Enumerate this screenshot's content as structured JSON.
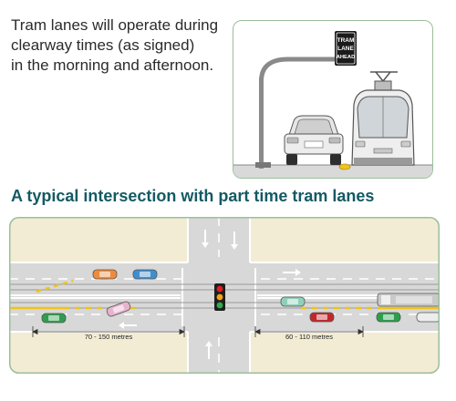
{
  "intro": {
    "lines": [
      "Tram lanes will operate during",
      "clearway times (as signed)",
      "in the morning and afternoon."
    ]
  },
  "sign": {
    "lines": [
      "TRAM",
      "LANE",
      "AHEAD"
    ]
  },
  "heading": "A typical intersection with part time tram lanes",
  "dimensions": {
    "left": "70 - 150 metres",
    "right": "60 - 110 metres"
  },
  "colors": {
    "heading": "#145a63",
    "panel_border": "#9bbf9b",
    "map_background": "#f3ecd4",
    "road": "#d8d8d8",
    "yellow_line": "#f0c419",
    "signal_red": "#e02020",
    "signal_amber": "#f6a21a",
    "signal_green": "#2eae4a"
  },
  "vehicles": [
    {
      "kind": "car",
      "color": "#f08a3a"
    },
    {
      "kind": "car",
      "color": "#3f8fd0"
    },
    {
      "kind": "car",
      "color": "#2e9e4e"
    },
    {
      "kind": "car",
      "color": "#e7b3cf"
    },
    {
      "kind": "car",
      "color": "#8fd0b8"
    },
    {
      "kind": "car",
      "color": "#c0282c"
    },
    {
      "kind": "car",
      "color": "#2e9e4e"
    },
    {
      "kind": "tram",
      "color": "#c9c9c9"
    },
    {
      "kind": "car",
      "color": "#ededed"
    }
  ]
}
